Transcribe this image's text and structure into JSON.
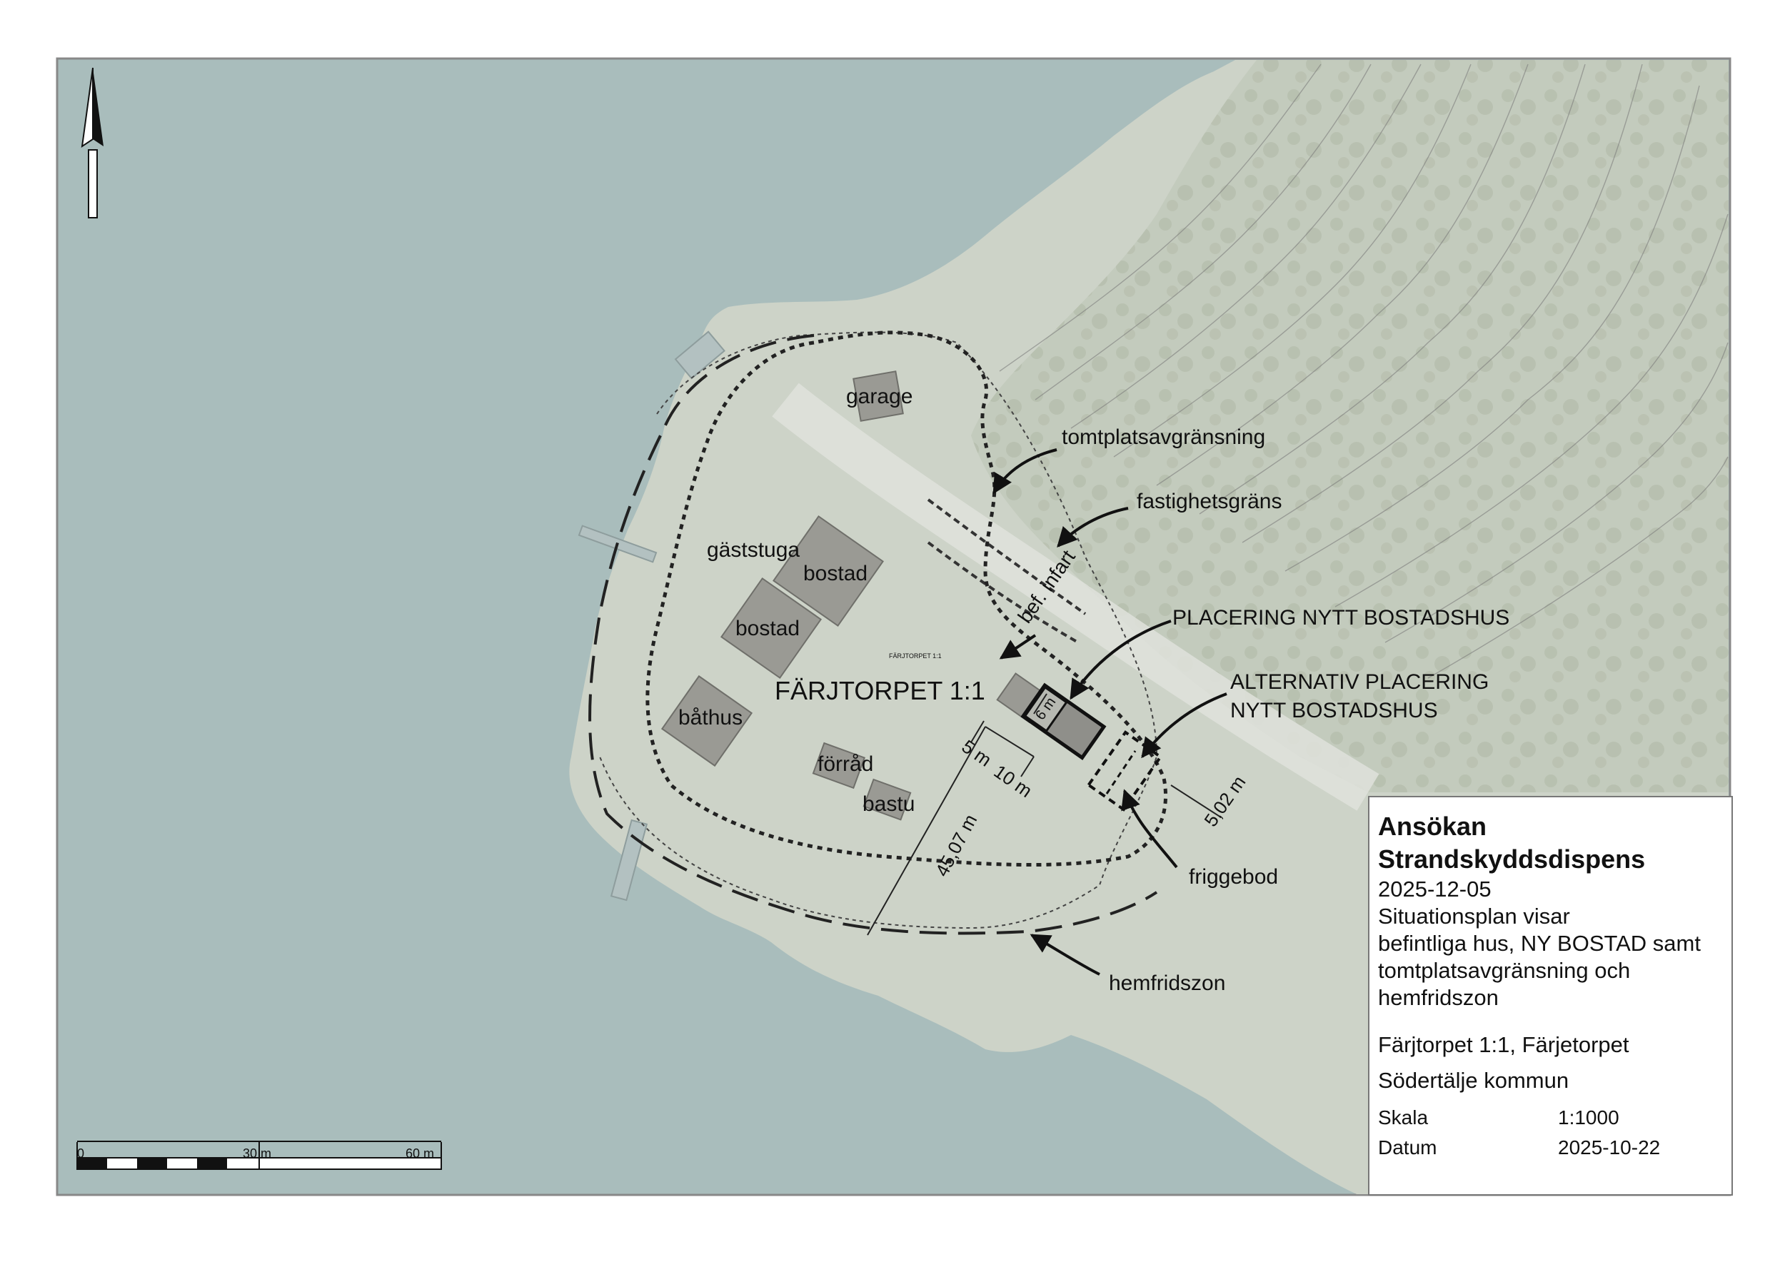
{
  "labels": {
    "garage": "garage",
    "gaststuga": "gäststuga",
    "bostad1": "bostad",
    "bostad2": "bostad",
    "bathus": "båthus",
    "forrad": "förråd",
    "bastu": "bastu",
    "farjtorpet": "FÄRJTORPET 1:1",
    "farjtorpet_small": "FÄRJTORPET 1:1",
    "tomtplats": "tomtplatsavgränsning",
    "fastighet": "fastighetsgräns",
    "infart": "bef. infart",
    "placering": "PLACERING NYTT BOSTADSHUS",
    "alt_line1": "ALTERNATIV PLACERING",
    "alt_line2": "NYTT BOSTADSHUS",
    "friggebod": "friggebod",
    "hemfrid": "hemfridszon"
  },
  "dimensions": {
    "d_5m": "5 m",
    "d_10m": "10 m",
    "d_6m": "6 m",
    "d_4507": "45,07 m",
    "d_502": "5,02 m"
  },
  "scalebar": {
    "t0": "0",
    "t30": "30 m",
    "t60": "60 m"
  },
  "legend": {
    "title1": "Ansökan",
    "title2": "Strandskyddsdispens",
    "date": "2025-12-05",
    "desc1": "Situationsplan visar",
    "desc2": "befintliga hus, NY BOSTAD samt",
    "desc3": "tomtplatsavgränsning och",
    "desc4": "hemfridszon",
    "property": "Färjtorpet 1:1, Färjetorpet",
    "municipality": "Södertälje kommun",
    "scale_label": "Skala",
    "scale_value": "1:1000",
    "date_label": "Datum",
    "date_value": "2025-10-22"
  },
  "colors": {
    "water": "#a9bdbc",
    "land": "#cdd3c8",
    "forest": "#b8c0b0",
    "building": "#9a9a94",
    "new_house": "#8f8f8a"
  }
}
